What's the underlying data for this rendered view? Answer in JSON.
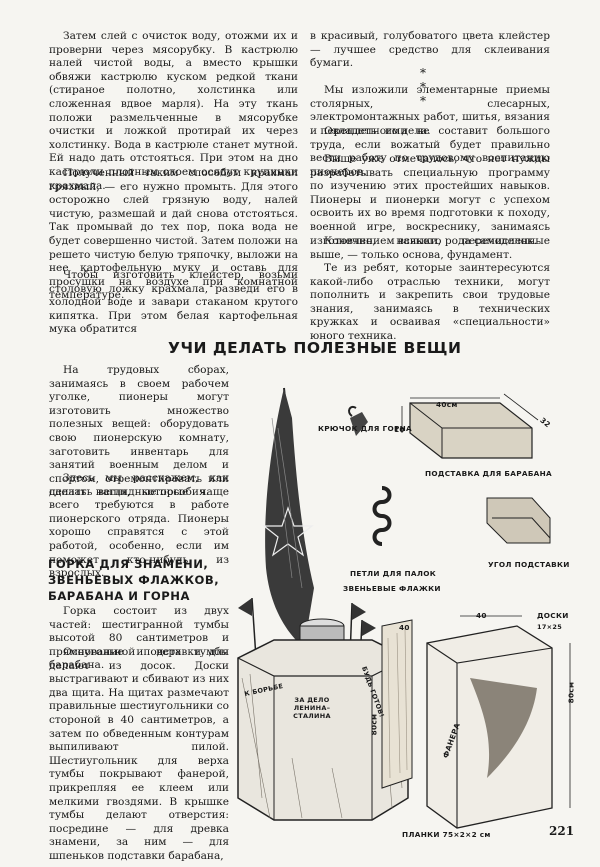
{
  "top_left": {
    "p1": "Затем слей с очисток воду, отожми их и проверни через мясорубку. В кастрюлю налей чистой воды, а вместо крышки обвяжи кастрюлю куском редкой ткани (стираное полотно, холстинка или сложенная вдвое марля). На эту ткань положи размельченные в мясорубке очистки и ложкой протирай их через холстинку. Вода в кастрюле станет мутной. Ей надо дать отстояться. При этом на дно кастрюли плотным слоем осядут крупинки крахмала.",
    "p2": "Полученный таким способом крахмал грязный, — его нужно промыть. Для этого осторожно слей грязную воду, налей чистую, размешай и дай снова отстояться. Так промывай до тех пор, пока вода не будет совершенно чистой. Затем положи на решето чистую белую тряпочку, выложи на нее картофельную муку и оставь для просушки на воздухе при комнатной температуре.",
    "p3": "Чтобы изготовить клейстер, возьми столовую ложку крахмала, разведи его в холодной воде и завари стаканом крутого кипятка. При этом белая картофельная мука обратится"
  },
  "top_right": {
    "p1": "в красивый, голубоватого цвета клейстер — лучшее средство для склеивания бумаги.",
    "stars": "* * *",
    "p2": "Мы изложили элементарные приемы столярных, слесарных, электромонтажных работ, шитья, вязания и переплетного дела.",
    "p3": "Овладеть ими не составит большого труда, если вожатый будет правильно вести работу по трудовому воспитанию пионеров.",
    "p4": "Выше уже отмечалось, что нет нужды разрабатывать специальную программу по изучению этих простейших навыков. Пионеры и пионерки могут с успехом освоить их во время подготовки к походу, военной игре, воскреснику, занимаясь изготовлением всякого рода самоделок.",
    "p5": "Конечно, навыки, перечисленные выше, — только основа, фундамент.",
    "p6": "Те из ребят, которые заинтересуются какой-либо отраслью техники, могут пополнить и закрепить свои трудовые знания, занимаясь в технических кружках и осваивая «специальности» юного техника."
  },
  "section": {
    "title": "УЧИ ДЕЛАТЬ ПОЛЕЗНЫЕ ВЕЩИ",
    "p1": "На трудовых сборах, занимаясь в своем рабочем уголке, пионеры могут изготовить множество полезных вещей: оборудовать свою пионерскую комнату, заготовить инвентарь для занятий военным делом и спортом, отремонтировать или сделать наглядные пособия.",
    "p2": "Здесь мы расскажем, как делать вещи, которые чаще всего требуются в работе пионерского отряда. Пионеры хорошо справятся с этой работой, особенно, если им поможет кто-нибудь из взрослых.",
    "subtitle": "Горка для знамени, звеньевых флажков, барабана и горна",
    "p3": "Горка состоит из двух частей: шестигранной тумбы высотой 80 сантиметров и прямоугольной подставки для барабана.",
    "p4": "Основание и верх тумбы делают из досок. Доски выстрагивают и сбивают из них два щита. На щитах размечают правильные шестиугольники со стороной в 40 сантиметров, а затем по обведенным контурам выпиливают пилой. Шестиугольник для верха тумбы покрывают фанерой, прикрепляя ее клеем или мелкими гвоздями. В крышке тумбы делают отверстия: посредине — для древка знамени, за ним — для шпеньков подставки барабана,"
  },
  "figure": {
    "label_hook": "КРЮЧОК ДЛЯ ГОРНА",
    "label_stand": "ПОДСТАВКА ДЛЯ БАРАБАНА",
    "label_loops": "ПЕТЛИ ДЛЯ ПАЛОК",
    "label_corner": "УГОЛ ПОДСТАВКИ",
    "label_flags": "ЗВЕНЬЕВЫЕ ФЛАЖКИ",
    "label_boards": "ДОСКИ",
    "label_boards_size": "17×25",
    "label_plywood": "ФАНЕРА",
    "label_slats": "ПЛАНКИ 75×2×2 см",
    "dim_40cm": "40см",
    "dim_10": "10",
    "dim_32": "32",
    "dim_40": "40",
    "dim_80cm": "80см",
    "dim_80cm_b": "80см",
    "dim_40_b": "40",
    "banner_left": "К БОРЬБЕ",
    "banner_mid": "ЗА ДЕЛО ЛЕНИНА–СТАЛИНА",
    "banner_right": "БУДЬ ГОТОВ!"
  },
  "page_number": "221"
}
